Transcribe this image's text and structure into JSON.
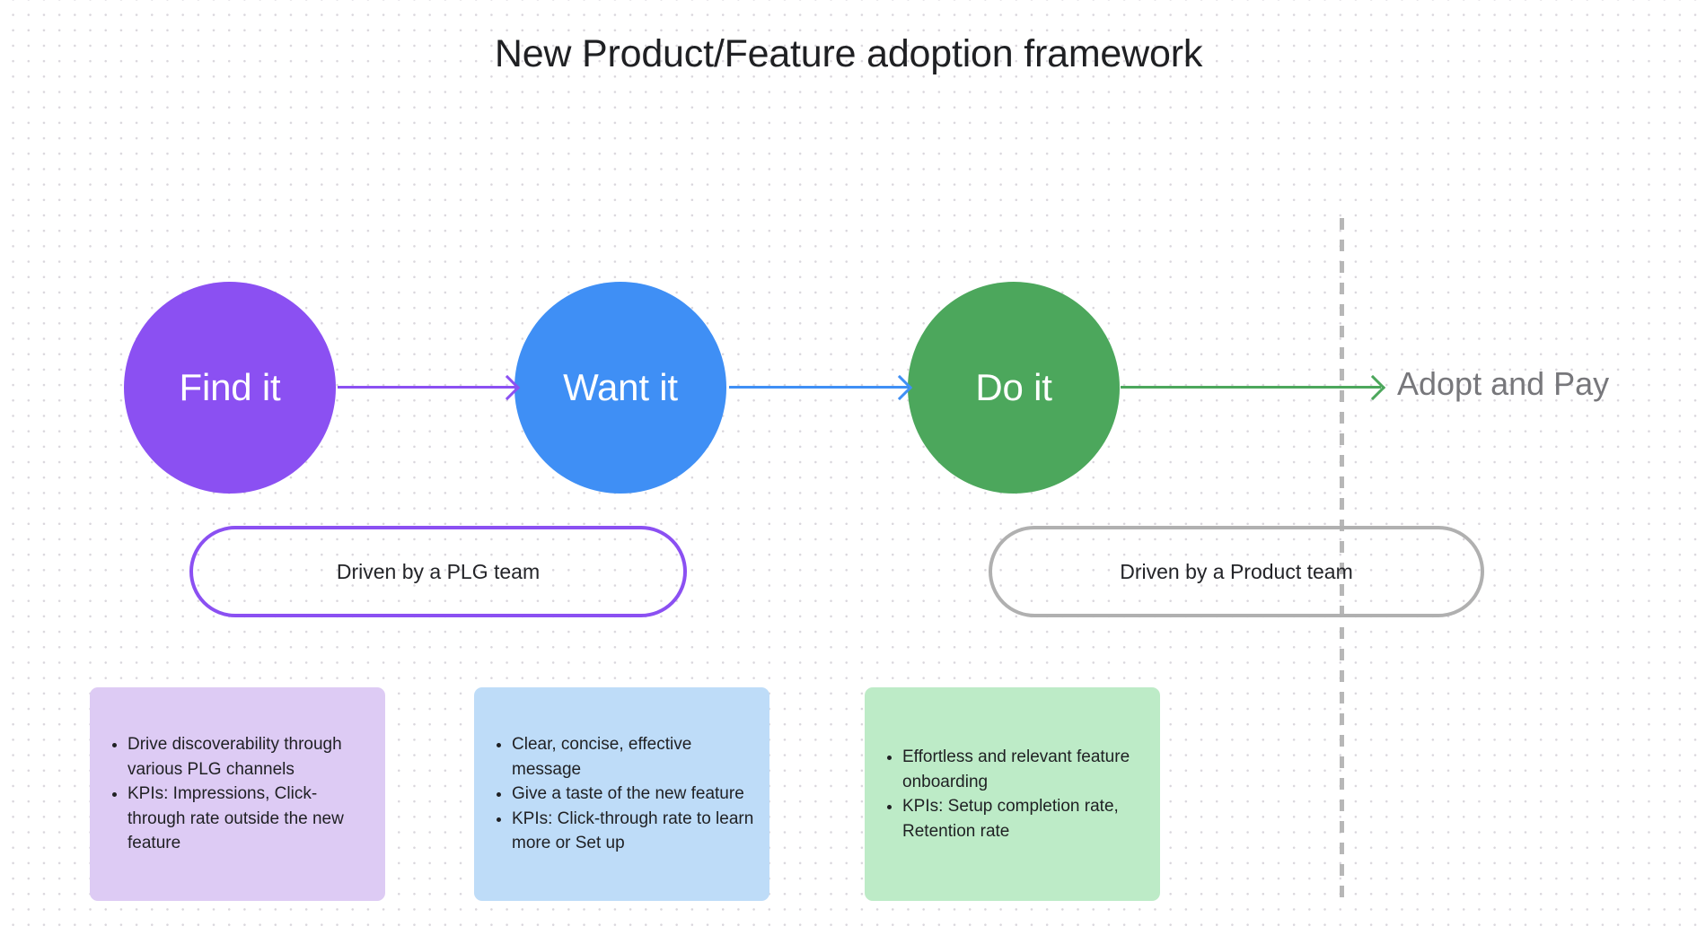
{
  "page": {
    "title": "New Product/Feature adoption framework",
    "background": "#ffffff",
    "dot_grid_color": "#d9d6dc"
  },
  "flow": {
    "stages": [
      {
        "id": "find",
        "label": "Find it",
        "circle_color": "#8b50f2",
        "arrow_color": "#8b50f2",
        "card_color": "#ddcbf4",
        "bullets": [
          "Drive discoverability through various PLG channels",
          "KPIs: Impressions, Click-through rate outside the new feature"
        ]
      },
      {
        "id": "want",
        "label": "Want it",
        "circle_color": "#3f8ff5",
        "arrow_color": "#3f8ff5",
        "card_color": "#bedcf8",
        "bullets": [
          "Clear, concise, effective message",
          "Give a taste of the new feature",
          "KPIs: Click-through rate to learn more or Set up"
        ]
      },
      {
        "id": "do",
        "label": "Do it",
        "circle_color": "#4ca75c",
        "arrow_color": "#4ca75c",
        "card_color": "#bdebc7",
        "bullets": [
          "Effortless and relevant feature onboarding",
          "KPIs: Setup completion rate, Retention rate"
        ]
      }
    ],
    "terminal": {
      "label": "Adopt and Pay",
      "color": "#77777b"
    },
    "divider": {
      "style": "dashed",
      "color": "#b7b7b7"
    }
  },
  "ownership": {
    "pills": [
      {
        "id": "plg",
        "label": "Driven by a PLG team",
        "border_color": "#8b50f2"
      },
      {
        "id": "product",
        "label": "Driven by a Product team",
        "border_color": "#b0b0b0"
      }
    ]
  }
}
